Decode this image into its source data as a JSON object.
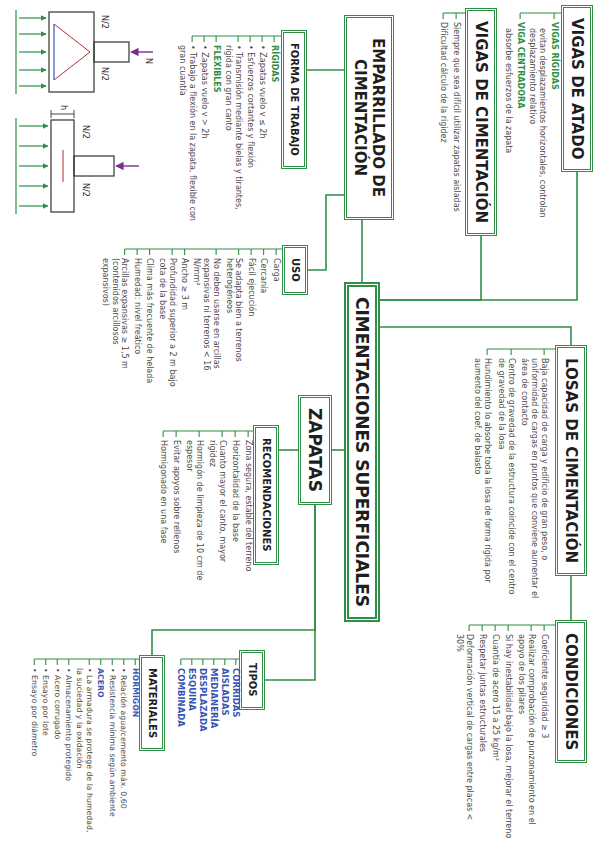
{
  "diagram": {
    "nodes": [
      {
        "text": [
          "CIMENTACIONES SUPERFICIALES"
        ]
      },
      {
        "text": [
          "VIGAS DE ATADO"
        ]
      },
      {
        "text": [
          "VIGAS DE CIMENTACIÓN"
        ]
      },
      {
        "text": [
          "EMPARRILLADO DE CIMENTACIÓN"
        ]
      },
      {
        "text": [
          "FORMA DE TRABAJO"
        ]
      },
      {
        "text": [
          "USO"
        ]
      },
      {
        "text": [
          "ZAPATAS"
        ]
      },
      {
        "text": [
          "RECOMENDACIONES"
        ]
      },
      {
        "text": [
          "TIPOS"
        ]
      },
      {
        "text": [
          "MATERIALES"
        ]
      },
      {
        "text": [
          "LOSAS DE CIMENTACIÓN"
        ]
      },
      {
        "text": [
          "CONDICIONES"
        ]
      }
    ],
    "edges": [
      {
        "from": 0,
        "to": 1,
        "arrow": "none"
      },
      {
        "from": 0,
        "to": 2,
        "arrow": "none"
      },
      {
        "from": 0,
        "to": 3,
        "arrow": "none"
      },
      {
        "from": 0,
        "to": 10,
        "arrow": "none"
      },
      {
        "from": 0,
        "to": 6,
        "arrow": "none"
      },
      {
        "from": 10,
        "to": 11,
        "arrow": "none"
      },
      {
        "from": 3,
        "to": 4,
        "arrow": "none"
      },
      {
        "from": 3,
        "to": 5,
        "arrow": "none"
      },
      {
        "from": 6,
        "to": 7,
        "arrow": "none"
      },
      {
        "from": 6,
        "to": 8,
        "arrow": "none"
      },
      {
        "from": 6,
        "to": 9,
        "arrow": "none"
      }
    ],
    "labels": [
      "VIGAS RÍGIDAS",
      "evitan desplazamientos horizontales, controlan desplazamiento relativo",
      "VIGA CENTRADORA",
      "absorbe esfuerzos de la zapata",
      "Siempre que sea difícil utilizar zapatas aisladas",
      "Dificultad cálculo de la rigidez",
      "Baja capacidad de carga y edificio de gran peso, o uniformidad de cargas en puntos que conviene aumentar el área de contacto",
      "Centro de gravedad de la estructura coincide con el centro de gravedad de la losa",
      "Hundimiento lo absorbe toda la losa de forma rígida por aumento del coef. de balasto",
      "Coeficiente seguridad ≥ 3",
      "Realizar comprobación de punzonamiento en el apoyo de los pilares",
      "Si hay inestabilidad bajo la losa, mejorar el terreno",
      "Cuantía de acero 15 a 25 kg/m²",
      "Respetar juntas estructurales",
      "Deformación vertical de cargas entre placas < 30%",
      "RÍGIDAS",
      "• Zapatas vuelo v ≤ 2h",
      "• Esfuerzos cortantes y flexión",
      "• Transmisión mediante bielas y tirantes, rígida con gran canto",
      "FLEXIBLES",
      "• Zapatas vuelo v > 2h",
      "• Trabajo a flexión en la zapata, flexible con gran cuantía",
      "Carga",
      "Cercanía",
      "Fácil ejecución",
      "Se adapta bien a terrenos heterogéneos",
      "No deben usarse en arcillas expansivas ni terrenos < 16 N/mm²",
      "Ancho ≥ 3 m",
      "Profundidad superior a 2 m bajo cota de la base",
      "Clima más frecuente de helada",
      "Humedad: nivel freático",
      "Arcillas expansivas ≥ 1,5 m (contenidos arcillosos expansivos)",
      "Zona segura, estable del terreno",
      "Horizontalidad de la base",
      "Cuanto mayor el canto, mayor rigidez",
      "Hormigón de limpieza de 10 cm de espesor",
      "Evitar apoyos sobre rellenos",
      "Hormigonado en una fase",
      "CORRIDAS",
      "AISLADAS",
      "MEDIANERÍA",
      "DESPLAZADA",
      "ESQUINA",
      "COMBINADA",
      "HORMIGÓN",
      "• Relación agua/cemento máx. 0,60",
      "• Resistencia mínima según ambiente",
      "ACERO",
      "• La armadura se protege de la humedad, la suciedad y la oxidación",
      "• Almacenamiento protegido",
      "• Acero corrugado",
      "• Ensayo por lote",
      "• Ensayo por diámetro",
      "N/2",
      "N/2",
      "N",
      "N/2",
      "N/2",
      "h"
    ]
  }
}
